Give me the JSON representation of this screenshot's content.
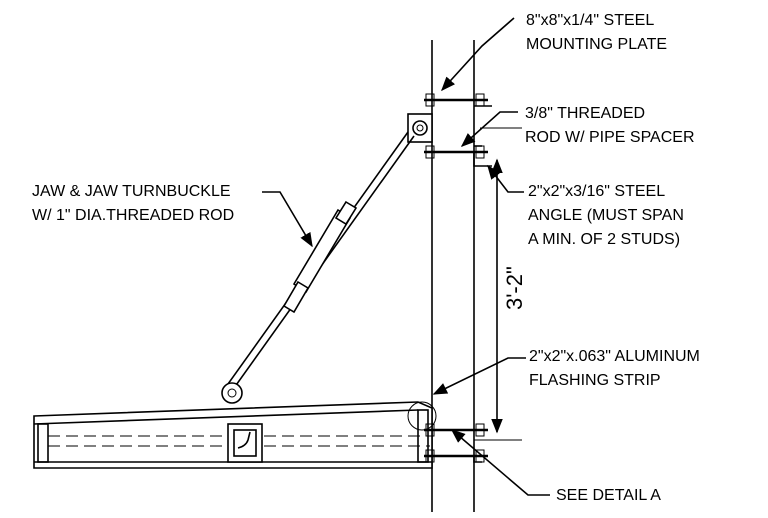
{
  "callouts": {
    "mounting_plate": [
      "8\"x8\"x1/4\" STEEL",
      "MOUNTING PLATE"
    ],
    "threaded_rod": [
      "3/8\" THREADED",
      "ROD W/ PIPE SPACER"
    ],
    "steel_angle": [
      "2\"x2\"x3/16\" STEEL",
      "ANGLE (MUST SPAN",
      "A MIN. OF 2 STUDS)"
    ],
    "turnbuckle": [
      "JAW & JAW TURNBUCKLE",
      "W/ 1\" DIA.THREADED ROD"
    ],
    "flashing_strip": [
      "2\"x2\"x.063\" ALUMINUM",
      "FLASHING STRIP"
    ],
    "detail": "SEE DETAIL A"
  },
  "dimension": "3'-2\""
}
